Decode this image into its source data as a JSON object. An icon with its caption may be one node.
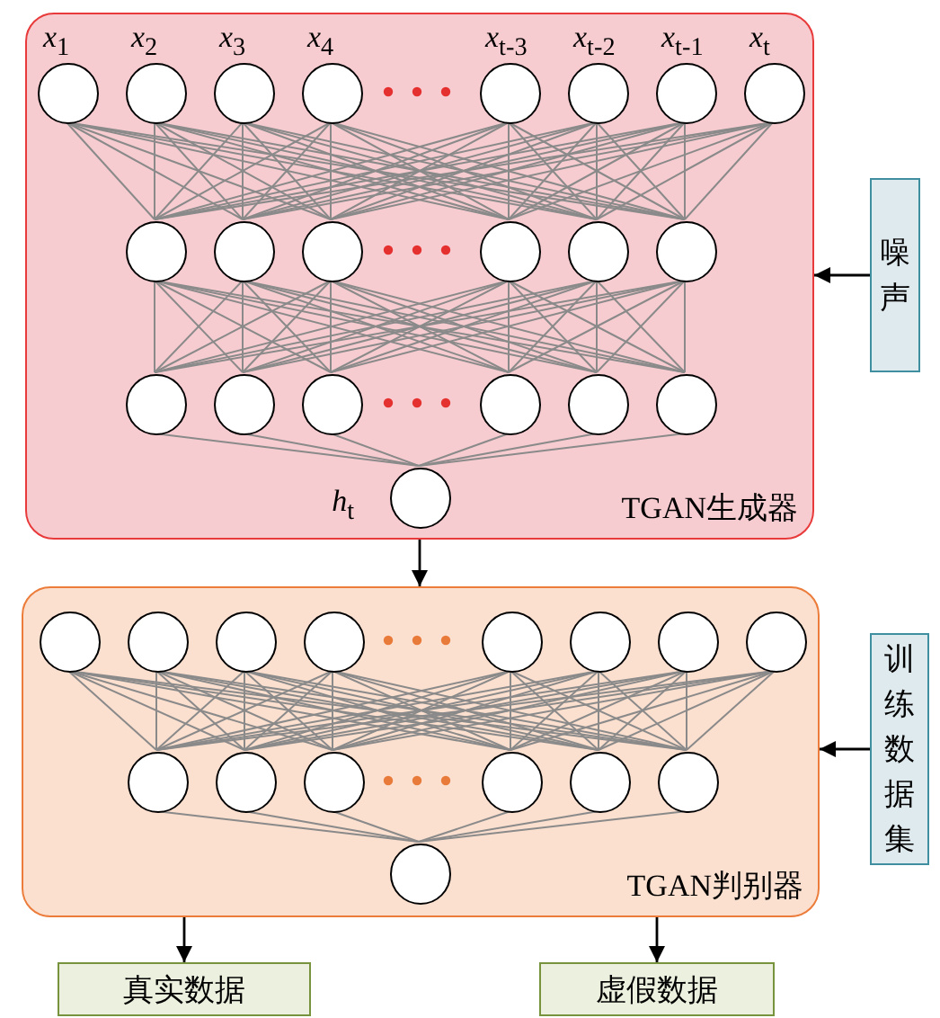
{
  "diagram": {
    "nodes": [
      {
        "text": [
          "TGAN生成器"
        ]
      },
      {
        "text": [],
        "shape": "circle",
        "beside": [
          "*x*$_{1}$"
        ],
        "in": 0
      },
      {
        "text": [],
        "shape": "circle",
        "beside": [
          "*x*$_{2}$"
        ],
        "in": 0
      },
      {
        "text": [],
        "shape": "circle",
        "beside": [
          "*x*$_{3}$"
        ],
        "in": 0
      },
      {
        "text": [],
        "shape": "circle",
        "beside": [
          "*x*$_{4}$"
        ],
        "in": 0
      },
      {
        "text": [],
        "shape": "circle",
        "beside": [
          "*x*$_{t-3}$"
        ],
        "in": 0
      },
      {
        "text": [],
        "shape": "circle",
        "beside": [
          "*x*$_{t-2}$"
        ],
        "in": 0
      },
      {
        "text": [],
        "shape": "circle",
        "beside": [
          "*x*$_{t-1}$"
        ],
        "in": 0
      },
      {
        "text": [],
        "shape": "circle",
        "beside": [
          "*x*$_{t}$"
        ],
        "in": 0
      },
      {
        "text": [],
        "shape": "circle",
        "in": 0
      },
      {
        "text": [],
        "shape": "circle",
        "in": 0
      },
      {
        "text": [],
        "shape": "circle",
        "in": 0
      },
      {
        "text": [],
        "shape": "circle",
        "in": 0
      },
      {
        "text": [],
        "shape": "circle",
        "in": 0
      },
      {
        "text": [],
        "shape": "circle",
        "in": 0
      },
      {
        "text": [],
        "shape": "circle",
        "in": 0
      },
      {
        "text": [],
        "shape": "circle",
        "in": 0
      },
      {
        "text": [],
        "shape": "circle",
        "in": 0
      },
      {
        "text": [],
        "shape": "circle",
        "in": 0
      },
      {
        "text": [],
        "shape": "circle",
        "in": 0
      },
      {
        "text": [],
        "shape": "circle",
        "in": 0
      },
      {
        "text": [],
        "shape": "circle",
        "beside": [
          "*h*$_{t}$"
        ],
        "in": 0
      },
      {
        "text": [
          "TGAN判别器"
        ]
      },
      {
        "text": [],
        "shape": "circle",
        "in": 22
      },
      {
        "text": [],
        "shape": "circle",
        "in": 22
      },
      {
        "text": [],
        "shape": "circle",
        "in": 22
      },
      {
        "text": [],
        "shape": "circle",
        "in": 22
      },
      {
        "text": [],
        "shape": "circle",
        "in": 22
      },
      {
        "text": [],
        "shape": "circle",
        "in": 22
      },
      {
        "text": [],
        "shape": "circle",
        "in": 22
      },
      {
        "text": [],
        "shape": "circle",
        "in": 22
      },
      {
        "text": [],
        "shape": "circle",
        "in": 22
      },
      {
        "text": [],
        "shape": "circle",
        "in": 22
      },
      {
        "text": [],
        "shape": "circle",
        "in": 22
      },
      {
        "text": [],
        "shape": "circle",
        "in": 22
      },
      {
        "text": [],
        "shape": "circle",
        "in": 22
      },
      {
        "text": [],
        "shape": "circle",
        "in": 22
      },
      {
        "text": [],
        "shape": "circle",
        "in": 22
      },
      {
        "text": [
          "噪声"
        ]
      },
      {
        "text": [
          "训练数据集"
        ]
      },
      {
        "text": [
          "真实数据"
        ]
      },
      {
        "text": [
          "虚假数据"
        ]
      }
    ],
    "edges": [
      {
        "from": 1,
        "to": 9,
        "arrow": "none"
      },
      {
        "from": 1,
        "to": 10,
        "arrow": "none"
      },
      {
        "from": 1,
        "to": 11,
        "arrow": "none"
      },
      {
        "from": 1,
        "to": 12,
        "arrow": "none"
      },
      {
        "from": 1,
        "to": 13,
        "arrow": "none"
      },
      {
        "from": 1,
        "to": 14,
        "arrow": "none"
      },
      {
        "from": 2,
        "to": 9,
        "arrow": "none"
      },
      {
        "from": 2,
        "to": 10,
        "arrow": "none"
      },
      {
        "from": 2,
        "to": 11,
        "arrow": "none"
      },
      {
        "from": 2,
        "to": 12,
        "arrow": "none"
      },
      {
        "from": 2,
        "to": 13,
        "arrow": "none"
      },
      {
        "from": 2,
        "to": 14,
        "arrow": "none"
      },
      {
        "from": 3,
        "to": 9,
        "arrow": "none"
      },
      {
        "from": 3,
        "to": 10,
        "arrow": "none"
      },
      {
        "from": 3,
        "to": 11,
        "arrow": "none"
      },
      {
        "from": 3,
        "to": 12,
        "arrow": "none"
      },
      {
        "from": 3,
        "to": 13,
        "arrow": "none"
      },
      {
        "from": 3,
        "to": 14,
        "arrow": "none"
      },
      {
        "from": 4,
        "to": 9,
        "arrow": "none"
      },
      {
        "from": 4,
        "to": 10,
        "arrow": "none"
      },
      {
        "from": 4,
        "to": 11,
        "arrow": "none"
      },
      {
        "from": 4,
        "to": 12,
        "arrow": "none"
      },
      {
        "from": 4,
        "to": 13,
        "arrow": "none"
      },
      {
        "from": 4,
        "to": 14,
        "arrow": "none"
      },
      {
        "from": 5,
        "to": 9,
        "arrow": "none"
      },
      {
        "from": 5,
        "to": 10,
        "arrow": "none"
      },
      {
        "from": 5,
        "to": 11,
        "arrow": "none"
      },
      {
        "from": 5,
        "to": 12,
        "arrow": "none"
      },
      {
        "from": 5,
        "to": 13,
        "arrow": "none"
      },
      {
        "from": 5,
        "to": 14,
        "arrow": "none"
      },
      {
        "from": 6,
        "to": 9,
        "arrow": "none"
      },
      {
        "from": 6,
        "to": 10,
        "arrow": "none"
      },
      {
        "from": 6,
        "to": 11,
        "arrow": "none"
      },
      {
        "from": 6,
        "to": 12,
        "arrow": "none"
      },
      {
        "from": 6,
        "to": 13,
        "arrow": "none"
      },
      {
        "from": 6,
        "to": 14,
        "arrow": "none"
      },
      {
        "from": 7,
        "to": 9,
        "arrow": "none"
      },
      {
        "from": 7,
        "to": 10,
        "arrow": "none"
      },
      {
        "from": 7,
        "to": 11,
        "arrow": "none"
      },
      {
        "from": 7,
        "to": 12,
        "arrow": "none"
      },
      {
        "from": 7,
        "to": 13,
        "arrow": "none"
      },
      {
        "from": 7,
        "to": 14,
        "arrow": "none"
      },
      {
        "from": 8,
        "to": 9,
        "arrow": "none"
      },
      {
        "from": 8,
        "to": 10,
        "arrow": "none"
      },
      {
        "from": 8,
        "to": 11,
        "arrow": "none"
      },
      {
        "from": 8,
        "to": 12,
        "arrow": "none"
      },
      {
        "from": 8,
        "to": 13,
        "arrow": "none"
      },
      {
        "from": 8,
        "to": 14,
        "arrow": "none"
      },
      {
        "from": 9,
        "to": 15,
        "arrow": "none"
      },
      {
        "from": 9,
        "to": 16,
        "arrow": "none"
      },
      {
        "from": 9,
        "to": 17,
        "arrow": "none"
      },
      {
        "from": 9,
        "to": 18,
        "arrow": "none"
      },
      {
        "from": 9,
        "to": 19,
        "arrow": "none"
      },
      {
        "from": 9,
        "to": 20,
        "arrow": "none"
      },
      {
        "from": 10,
        "to": 15,
        "arrow": "none"
      },
      {
        "from": 10,
        "to": 16,
        "arrow": "none"
      },
      {
        "from": 10,
        "to": 17,
        "arrow": "none"
      },
      {
        "from": 10,
        "to": 18,
        "arrow": "none"
      },
      {
        "from": 10,
        "to": 19,
        "arrow": "none"
      },
      {
        "from": 10,
        "to": 20,
        "arrow": "none"
      },
      {
        "from": 11,
        "to": 15,
        "arrow": "none"
      },
      {
        "from": 11,
        "to": 16,
        "arrow": "none"
      },
      {
        "from": 11,
        "to": 17,
        "arrow": "none"
      },
      {
        "from": 11,
        "to": 18,
        "arrow": "none"
      },
      {
        "from": 11,
        "to": 19,
        "arrow": "none"
      },
      {
        "from": 11,
        "to": 20,
        "arrow": "none"
      },
      {
        "from": 12,
        "to": 15,
        "arrow": "none"
      },
      {
        "from": 12,
        "to": 16,
        "arrow": "none"
      },
      {
        "from": 12,
        "to": 17,
        "arrow": "none"
      },
      {
        "from": 12,
        "to": 18,
        "arrow": "none"
      },
      {
        "from": 12,
        "to": 19,
        "arrow": "none"
      },
      {
        "from": 12,
        "to": 20,
        "arrow": "none"
      },
      {
        "from": 13,
        "to": 15,
        "arrow": "none"
      },
      {
        "from": 13,
        "to": 16,
        "arrow": "none"
      },
      {
        "from": 13,
        "to": 17,
        "arrow": "none"
      },
      {
        "from": 13,
        "to": 18,
        "arrow": "none"
      },
      {
        "from": 13,
        "to": 19,
        "arrow": "none"
      },
      {
        "from": 13,
        "to": 20,
        "arrow": "none"
      },
      {
        "from": 14,
        "to": 15,
        "arrow": "none"
      },
      {
        "from": 14,
        "to": 16,
        "arrow": "none"
      },
      {
        "from": 14,
        "to": 17,
        "arrow": "none"
      },
      {
        "from": 14,
        "to": 18,
        "arrow": "none"
      },
      {
        "from": 14,
        "to": 19,
        "arrow": "none"
      },
      {
        "from": 14,
        "to": 20,
        "arrow": "none"
      },
      {
        "from": 15,
        "to": 21,
        "arrow": "none"
      },
      {
        "from": 16,
        "to": 21,
        "arrow": "none"
      },
      {
        "from": 17,
        "to": 21,
        "arrow": "none"
      },
      {
        "from": 18,
        "to": 21,
        "arrow": "none"
      },
      {
        "from": 19,
        "to": 21,
        "arrow": "none"
      },
      {
        "from": 20,
        "to": 21,
        "arrow": "none"
      },
      {
        "from": 23,
        "to": 31,
        "arrow": "none"
      },
      {
        "from": 23,
        "to": 32,
        "arrow": "none"
      },
      {
        "from": 23,
        "to": 33,
        "arrow": "none"
      },
      {
        "from": 23,
        "to": 34,
        "arrow": "none"
      },
      {
        "from": 23,
        "to": 35,
        "arrow": "none"
      },
      {
        "from": 23,
        "to": 36,
        "arrow": "none"
      },
      {
        "from": 24,
        "to": 31,
        "arrow": "none"
      },
      {
        "from": 24,
        "to": 32,
        "arrow": "none"
      },
      {
        "from": 24,
        "to": 33,
        "arrow": "none"
      },
      {
        "from": 24,
        "to": 34,
        "arrow": "none"
      },
      {
        "from": 24,
        "to": 35,
        "arrow": "none"
      },
      {
        "from": 24,
        "to": 36,
        "arrow": "none"
      },
      {
        "from": 25,
        "to": 31,
        "arrow": "none"
      },
      {
        "from": 25,
        "to": 32,
        "arrow": "none"
      },
      {
        "from": 25,
        "to": 33,
        "arrow": "none"
      },
      {
        "from": 25,
        "to": 34,
        "arrow": "none"
      },
      {
        "from": 25,
        "to": 35,
        "arrow": "none"
      },
      {
        "from": 25,
        "to": 36,
        "arrow": "none"
      },
      {
        "from": 26,
        "to": 31,
        "arrow": "none"
      },
      {
        "from": 26,
        "to": 32,
        "arrow": "none"
      },
      {
        "from": 26,
        "to": 33,
        "arrow": "none"
      },
      {
        "from": 26,
        "to": 34,
        "arrow": "none"
      },
      {
        "from": 26,
        "to": 35,
        "arrow": "none"
      },
      {
        "from": 26,
        "to": 36,
        "arrow": "none"
      },
      {
        "from": 27,
        "to": 31,
        "arrow": "none"
      },
      {
        "from": 27,
        "to": 32,
        "arrow": "none"
      },
      {
        "from": 27,
        "to": 33,
        "arrow": "none"
      },
      {
        "from": 27,
        "to": 34,
        "arrow": "none"
      },
      {
        "from": 27,
        "to": 35,
        "arrow": "none"
      },
      {
        "from": 27,
        "to": 36,
        "arrow": "none"
      },
      {
        "from": 28,
        "to": 31,
        "arrow": "none"
      },
      {
        "from": 28,
        "to": 32,
        "arrow": "none"
      },
      {
        "from": 28,
        "to": 33,
        "arrow": "none"
      },
      {
        "from": 28,
        "to": 34,
        "arrow": "none"
      },
      {
        "from": 28,
        "to": 35,
        "arrow": "none"
      },
      {
        "from": 28,
        "to": 36,
        "arrow": "none"
      },
      {
        "from": 29,
        "to": 31,
        "arrow": "none"
      },
      {
        "from": 29,
        "to": 32,
        "arrow": "none"
      },
      {
        "from": 29,
        "to": 33,
        "arrow": "none"
      },
      {
        "from": 29,
        "to": 34,
        "arrow": "none"
      },
      {
        "from": 29,
        "to": 35,
        "arrow": "none"
      },
      {
        "from": 29,
        "to": 36,
        "arrow": "none"
      },
      {
        "from": 30,
        "to": 31,
        "arrow": "none"
      },
      {
        "from": 30,
        "to": 32,
        "arrow": "none"
      },
      {
        "from": 30,
        "to": 33,
        "arrow": "none"
      },
      {
        "from": 30,
        "to": 34,
        "arrow": "none"
      },
      {
        "from": 30,
        "to": 35,
        "arrow": "none"
      },
      {
        "from": 30,
        "to": 36,
        "arrow": "none"
      },
      {
        "from": 31,
        "to": 37,
        "arrow": "none"
      },
      {
        "from": 32,
        "to": 37,
        "arrow": "none"
      },
      {
        "from": 33,
        "to": 37,
        "arrow": "none"
      },
      {
        "from": 34,
        "to": 37,
        "arrow": "none"
      },
      {
        "from": 35,
        "to": 37,
        "arrow": "none"
      },
      {
        "from": 36,
        "to": 37,
        "arrow": "none"
      },
      {
        "from": 38,
        "to": 0,
        "arrow": "to",
        "color": "#000000"
      },
      {
        "from": 0,
        "to": 22,
        "arrow": "to",
        "color": "#000000"
      },
      {
        "from": 39,
        "to": 22,
        "arrow": "to",
        "color": "#000000"
      },
      {
        "from": 22,
        "to": 40,
        "arrow": "to",
        "color": "#000000"
      },
      {
        "from": 22,
        "to": 41,
        "arrow": "to",
        "color": "#000000"
      }
    ]
  }
}
